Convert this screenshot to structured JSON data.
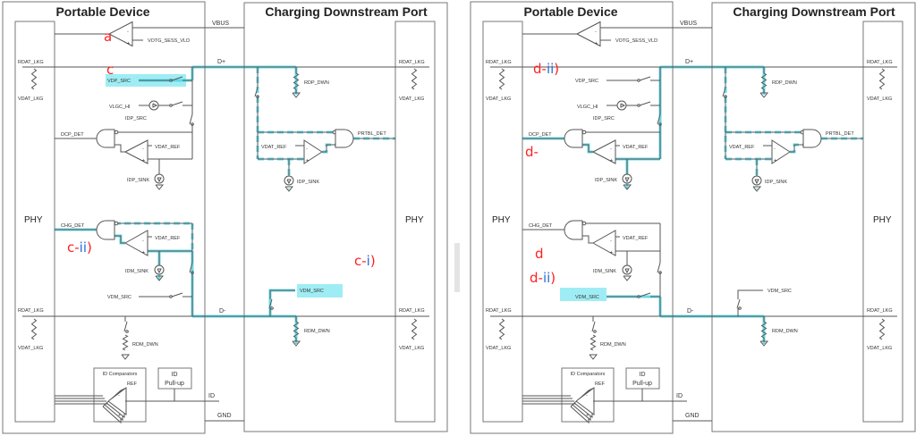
{
  "labels": {
    "portable_device": "Portable Device",
    "charging_downstream_port": "Charging Downstream Port",
    "vbus": "VBUS",
    "votg_sess_vld": "VOTG_SESS_VLD",
    "d_plus": "D+",
    "d_minus": "D-",
    "rdat_lkg": "RDAT_LKG",
    "vdat_lkg": "VDAT_LKG",
    "vdp_src": "VDP_SRC",
    "vlgc_hi": "VLGC_HI",
    "idp_src": "IDP_SRC",
    "dcp_det": "DCP_DET",
    "vdat_ref": "VDAT_REF",
    "idp_sink": "IDP_SINK",
    "rdp_dwn": "RDP_DWN",
    "prtbl_det": "PRTBL_DET",
    "phy": "PHY",
    "chg_det": "CHG_DET",
    "idm_sink": "IDM_SINK",
    "vdm_src": "VDM_SRC",
    "rdm_dwn": "RDM_DWN",
    "id_comparators": "ID Comparators",
    "ref": "REF",
    "id_pullup_line1": "ID",
    "id_pullup_line2": "Pull-up",
    "id": "ID",
    "gnd": "GND",
    "plus": "+",
    "minus": "-"
  },
  "colors": {
    "highlight": "#4fd4e2",
    "annotation_red": "#ff2020",
    "annotation_blue": "#2a6fd6"
  },
  "panels": [
    {
      "highlight": "c",
      "annotations": [
        {
          "parts": [
            {
              "text": "a",
              "color": "red"
            }
          ]
        },
        {
          "parts": [
            {
              "text": "c",
              "color": "red"
            }
          ]
        },
        {
          "parts": [
            {
              "text": "c-",
              "color": "red"
            },
            {
              "text": "ii",
              "color": "blue"
            },
            {
              "text": ")",
              "color": "red"
            }
          ]
        },
        {
          "parts": [
            {
              "text": "c-",
              "color": "red"
            },
            {
              "text": "i",
              "color": "blue"
            },
            {
              "text": ")",
              "color": "red"
            }
          ]
        }
      ]
    },
    {
      "highlight": "d",
      "annotations": [
        {
          "parts": [
            {
              "text": "d-",
              "color": "red"
            },
            {
              "text": "ii",
              "color": "blue"
            },
            {
              "text": ")",
              "color": "red"
            }
          ]
        },
        {
          "parts": [
            {
              "text": "d-",
              "color": "red"
            }
          ]
        },
        {
          "parts": [
            {
              "text": "d",
              "color": "red"
            }
          ]
        },
        {
          "parts": [
            {
              "text": "d-",
              "color": "red"
            },
            {
              "text": "ii",
              "color": "blue"
            },
            {
              "text": ")",
              "color": "red"
            }
          ]
        }
      ]
    }
  ]
}
